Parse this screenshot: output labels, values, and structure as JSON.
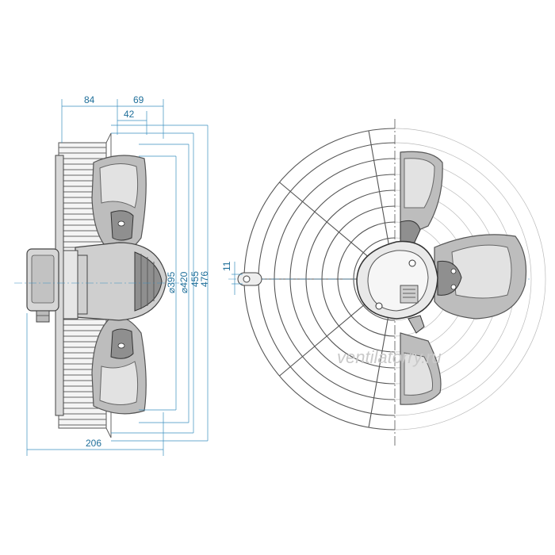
{
  "drawing": {
    "dimensions": {
      "d84": "84",
      "d69": "69",
      "d42": "42",
      "d395": "⌀395",
      "d420": "⌀420",
      "d455": "455",
      "d476": "476",
      "d11": "11",
      "d206": "206"
    },
    "watermark": "ventilatorry.ru",
    "colors": {
      "dimension": "#1f6f9a",
      "outline": "#444444",
      "blade": "#bdbdbd"
    }
  }
}
